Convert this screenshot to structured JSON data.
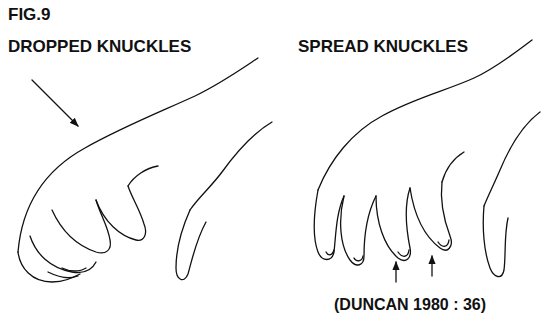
{
  "diagram": {
    "title": "FIG.9",
    "caption": "(DUNCAN 1980 : 36)",
    "labels": [
      "DROPPED KNUCKLES",
      "SPREAD KNUCKLES"
    ]
  }
}
